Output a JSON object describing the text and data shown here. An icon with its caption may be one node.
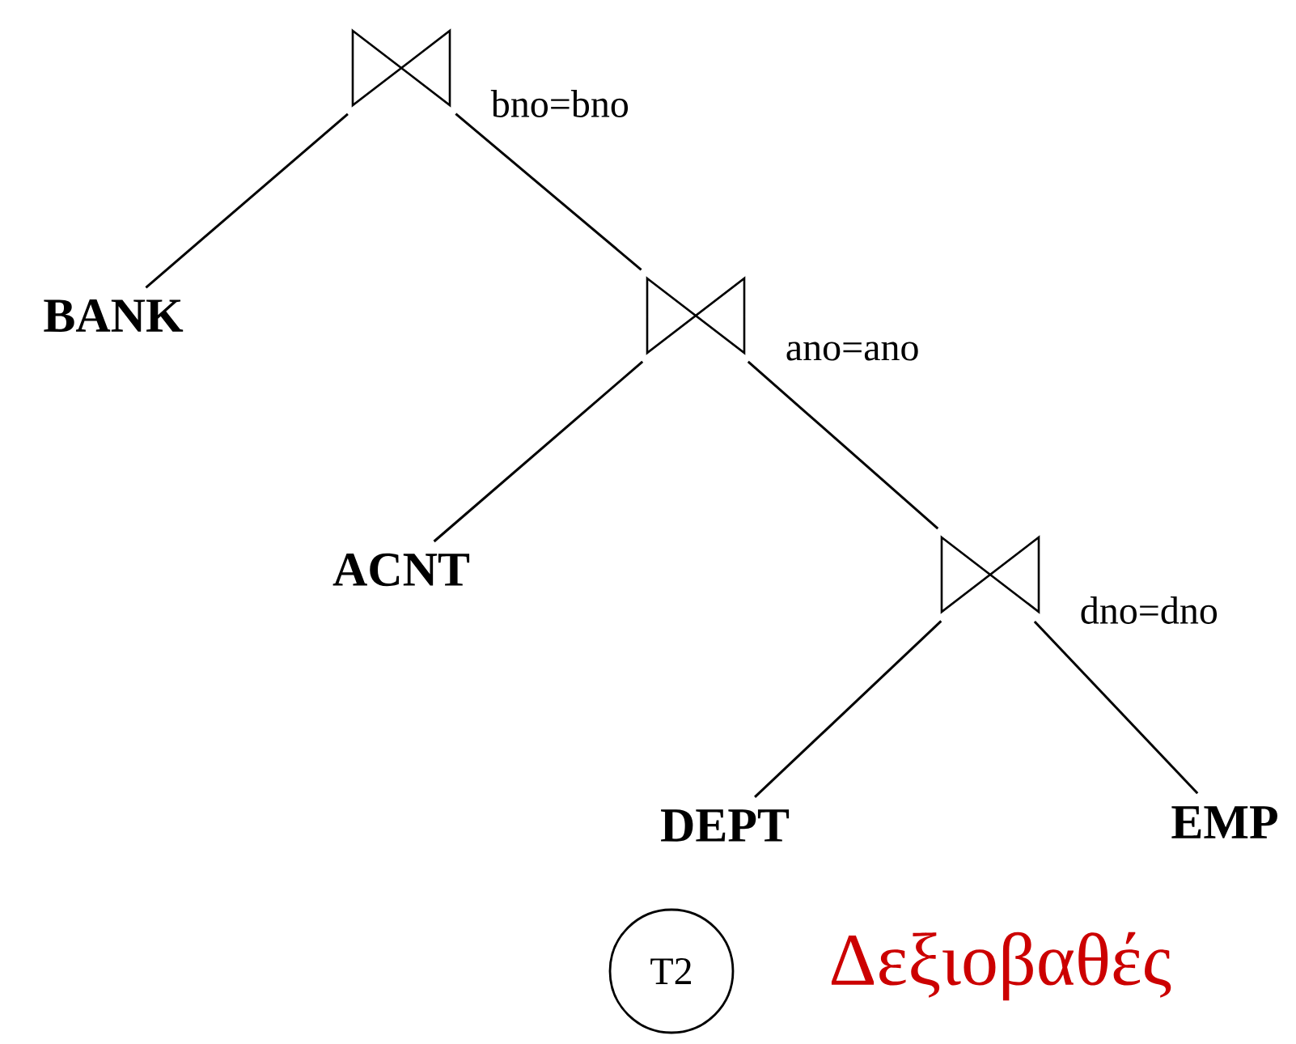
{
  "diagram": {
    "nodes": [
      {
        "text": [],
        "shape": "bowtie",
        "beside": [
          "bno=bno"
        ]
      },
      {
        "text": [
          "BANK"
        ]
      },
      {
        "text": [],
        "shape": "bowtie",
        "beside": [
          "ano=ano"
        ]
      },
      {
        "text": [
          "ACNT"
        ]
      },
      {
        "text": [],
        "shape": "bowtie",
        "beside": [
          "dno=dno"
        ]
      },
      {
        "text": [
          "DEPT"
        ]
      },
      {
        "text": [
          "EMP"
        ]
      },
      {
        "text": [
          "T2"
        ]
      }
    ],
    "edges": [
      {
        "from": 0,
        "to": 1,
        "arrow": "none"
      },
      {
        "from": 0,
        "to": 2,
        "arrow": "none"
      },
      {
        "from": 2,
        "to": 3,
        "arrow": "none"
      },
      {
        "from": 2,
        "to": 4,
        "arrow": "none"
      },
      {
        "from": 4,
        "to": 5,
        "arrow": "none"
      },
      {
        "from": 4,
        "to": 6,
        "arrow": "none"
      }
    ],
    "labels": [
      "Δεξιοβαθές"
    ]
  }
}
